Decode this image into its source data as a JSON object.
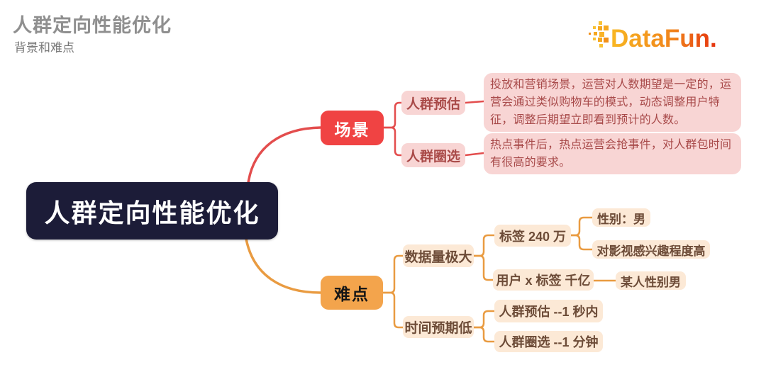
{
  "header": {
    "title": "人群定向性能优化",
    "subtitle": "背景和难点",
    "logo": {
      "text": "DataFun.",
      "color_start": "#f8b722",
      "color_end": "#e5310e"
    }
  },
  "colors": {
    "root_bg": "#1c1c38",
    "root_text": "#ffffff",
    "scene_bg": "#f04343",
    "scene_line": "#e34d4d",
    "pink_bg": "#f8d5d4",
    "pink_text": "#a94a48",
    "difficulty_bg": "#f3a44c",
    "difficulty_line": "#e99b41",
    "cream_bg": "#fce9d6",
    "cream_text": "#6d4c38"
  },
  "mindmap": {
    "root": {
      "label": "人群定向性能优化"
    },
    "scene": {
      "label": "场景",
      "estimate": {
        "label": "人群预估",
        "desc": "投放和营销场景，运营对人数期望是一定的，运\n营会通过类似购物车的模式，动态调整用户特\n征，调整后期望立即看到预计的人数。"
      },
      "select": {
        "label": "人群圈选",
        "desc": "热点事件后，热点运营会抢事件，对人群包时间\n有很高的要求。"
      }
    },
    "difficulty": {
      "label": "难点",
      "data_volume": {
        "label": "数据量极大",
        "tags": {
          "label": "标签 240 万",
          "gender": {
            "label": "性别：男"
          },
          "movie": {
            "label": "对影视感兴趣程度高"
          }
        },
        "user_tag": {
          "label": "用户 x 标签 千亿",
          "example": {
            "label": "某人性别男"
          }
        }
      },
      "time_expectation": {
        "label": "时间预期低",
        "estimate": {
          "label": "人群预估 --1 秒内"
        },
        "select": {
          "label": "人群圈选 --1 分钟"
        }
      }
    }
  }
}
